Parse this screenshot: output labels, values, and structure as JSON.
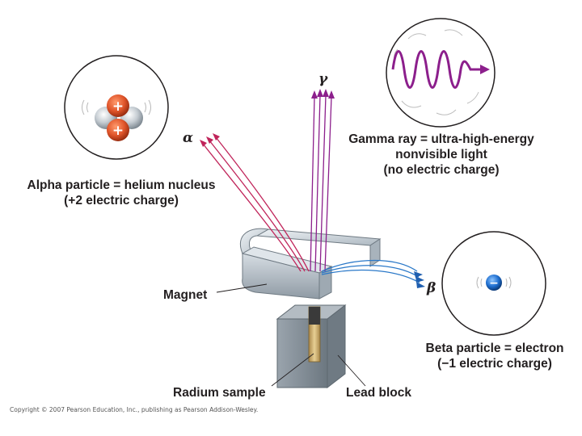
{
  "labels": {
    "alpha_line1": "Alpha particle = helium nucleus",
    "alpha_line2": "(+2 electric charge)",
    "gamma_line1": "Gamma ray = ultra-high-energy",
    "gamma_line2": "nonvisible light",
    "gamma_line3": "(no electric charge)",
    "beta_line1": "Beta particle = electron",
    "beta_line2": "(−1 electric charge)",
    "magnet": "Magnet",
    "radium_sample": "Radium sample",
    "lead_block": "Lead block"
  },
  "symbols": {
    "alpha": "α",
    "gamma": "γ",
    "beta": "β",
    "plus": "+",
    "minus": "−"
  },
  "copyright": "Copyright © 2007 Pearson Education, Inc., publishing as Pearson Addison-Wesley.",
  "colors": {
    "alpha_ray": "#c0245a",
    "gamma_ray": "#8c1f8c",
    "beta_ray": "#2a78c8",
    "proton": "#e0552a",
    "neutron": "#b9c2c9",
    "electron": "#1f6fd0",
    "magnet": "#c9d3da",
    "lead": "#8c96a0"
  }
}
